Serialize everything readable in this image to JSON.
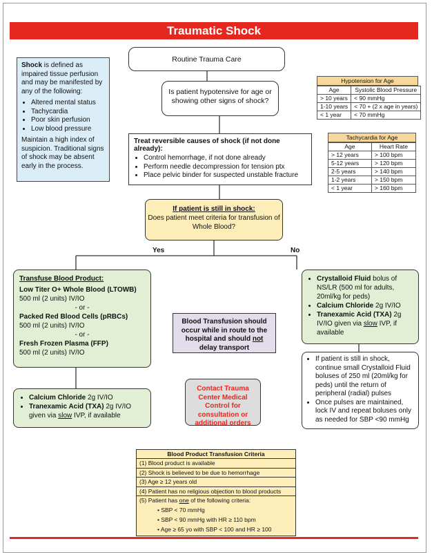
{
  "title": "Traumatic Shock",
  "definition": {
    "bold_word": "Shock",
    "intro": " is defined as impaired tissue perfusion and may be manifested by any of the following:",
    "signs": [
      "Altered mental status",
      "Tachycardia",
      "Poor skin perfusion",
      "Low blood pressure"
    ],
    "note": "Maintain a high index of suspicion. Traditional signs of shock may be absent early in the process."
  },
  "routine": "Routine Trauma Care",
  "hypotensive_question": "Is patient hypotensive for age or showing other signs of shock?",
  "treat": {
    "heading": "Treat reversible causes of shock (if not done already):",
    "items": [
      "Control hemorrhage, if not done already",
      "Perform needle decompression for tension ptx",
      "Place pelvic binder for suspected unstable fracture"
    ]
  },
  "still_shock": {
    "heading": "If patient is still in shock:",
    "question": "Does patient meet criteria for transfusion of Whole Blood?"
  },
  "branches": {
    "yes": "Yes",
    "no": "No"
  },
  "transfuse": {
    "heading": "Transfuse Blood Product:",
    "p1_name": "Low Titer O+ Whole Blood (LTOWB)",
    "p1_dose": "500 ml (2 units) IV/IO",
    "or1": "- or -",
    "p2_name": "Packed Red Blood Cells (pRBCs)",
    "p2_dose": "500 ml (2 units) IV/IO",
    "or2": "- or -",
    "p3_name": "Fresh Frozen Plasma (FFP)",
    "p3_dose": "500 ml (2 units) IV/IO"
  },
  "transfuse_meds": {
    "cc_name": "Calcium Chloride",
    "cc_dose": " 2g IV/IO",
    "txa_name": "Tranexamic Acid (TXA)",
    "txa_dose": " 2g IV/IO given via ",
    "txa_slow": "slow",
    "txa_tail": " IVP, if available"
  },
  "crystalloid": {
    "name": "Crystalloid Fluid",
    "text": " bolus of NS/LR (500 ml for adults, 20ml/kg for peds)",
    "cc_name": "Calcium Chloride",
    "cc_dose": " 2g IV/IO",
    "txa_name": "Tranexamic Acid (TXA)",
    "txa_dose": " 2g IV/IO given via ",
    "txa_slow": "slow",
    "txa_tail": " IVP, if available"
  },
  "still_shock2": {
    "item1": "If patient is still in shock, continue small Crystalloid Fluid boluses of 250 ml (20ml/kg for peds) until the return of peripheral (radial) pulses",
    "item2": "Once pulses are maintained, lock IV and repeat boluses only as needed for SBP <90 mmHg"
  },
  "transport_note": {
    "pre": "Blood Transfusion should occur while in route to the hospital and should ",
    "emph": "not",
    "post": " delay transport"
  },
  "contact": "Contact Trauma Center Medical Control for consultation or additional orders",
  "hypotension_table": {
    "title": "Hypotension for Age",
    "headers": [
      "Age",
      "Systolic Blood Pressure"
    ],
    "rows": [
      [
        "> 10 years",
        "< 90 mmHg"
      ],
      [
        "1-10 years",
        "< 70 + (2 x age in years)"
      ],
      [
        "< 1 year",
        "< 70 mmHg"
      ]
    ]
  },
  "tachycardia_table": {
    "title": "Tachycardia for Age",
    "headers": [
      "Age",
      "Heart Rate"
    ],
    "rows": [
      [
        "> 12 years",
        "> 100 bpm"
      ],
      [
        "5-12 years",
        "> 120 bpm"
      ],
      [
        "2-5 years",
        "> 140 bpm"
      ],
      [
        "1-2 years",
        "> 150 bpm"
      ],
      [
        "< 1 year",
        "> 160 bpm"
      ]
    ]
  },
  "criteria": {
    "title": "Blood Product Transfusion Criteria",
    "items": [
      "(1) Blood product is available",
      "(2) Shock is believed to be due to hemorrhage",
      "(3) Age ≥ 12 years old",
      "(4) Patient has no religious objection to blood products"
    ],
    "item5_pre": "(5) Patient has ",
    "item5_emph": "one",
    "item5_post": " of the following criteria:",
    "sub": [
      "SBP < 70 mmHg",
      "SBP < 90 mmHg with HR ≥ 110 bpm",
      "Age ≥ 65 yo with SBP < 100 and HR ≥ 100"
    ]
  }
}
